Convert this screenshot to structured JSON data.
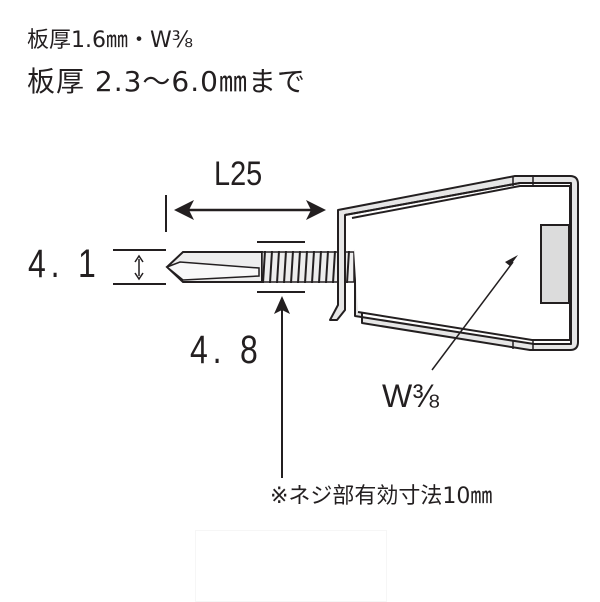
{
  "header": {
    "spec_line_1": "板厚1.6㎜・W⅜",
    "spec_line_2": "板厚 2.3～6.0㎜まで"
  },
  "diagram": {
    "length_label": "L25",
    "tip_diameter_label": "4. 1",
    "thread_diameter_label": "4. 8",
    "bolt_size_label": "W⅜",
    "note": "※ネジ部有効寸法10㎜"
  },
  "colors": {
    "line": "#231f20",
    "fill_light": "#e6e6e6",
    "background": "#ffffff"
  }
}
